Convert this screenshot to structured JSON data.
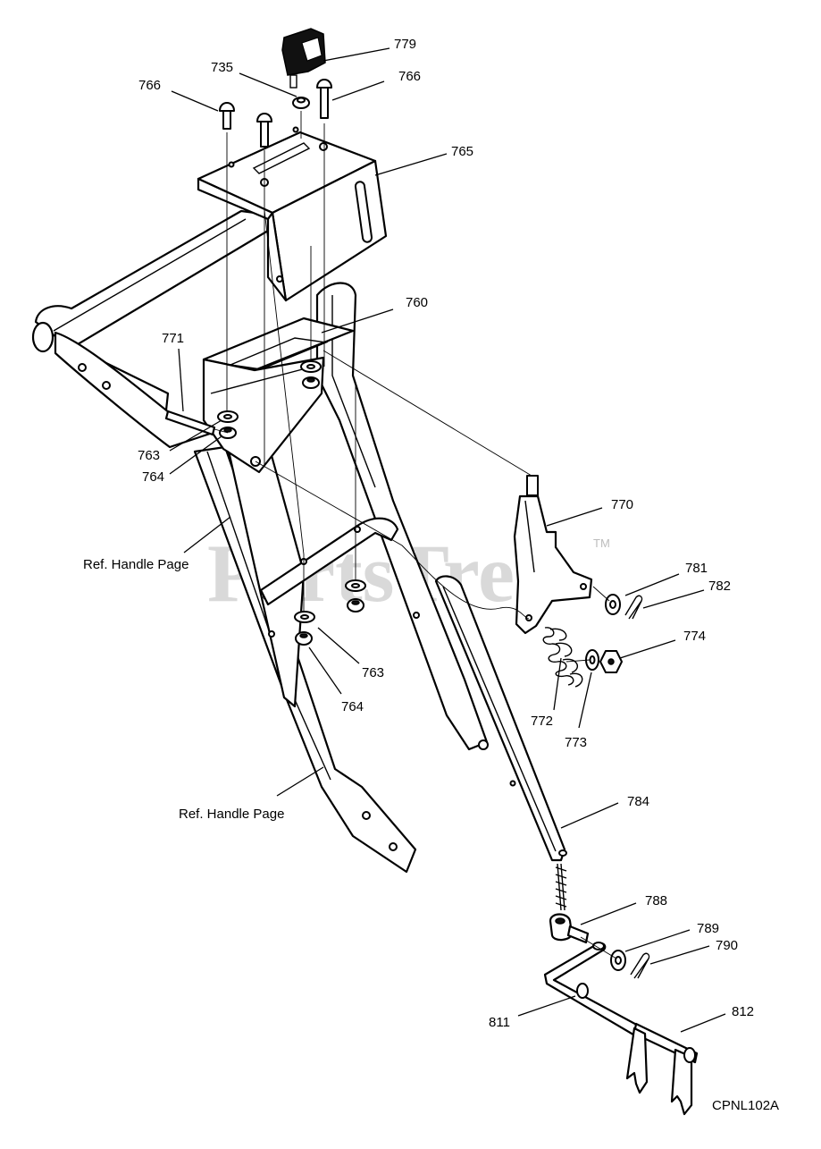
{
  "diagram": {
    "watermark": "PartsTree",
    "trademark": "TM",
    "code": "CPNL102A",
    "references": {
      "upper": "Ref. Handle Page",
      "lower": "Ref. Handle Page"
    },
    "labels": {
      "p779": "779",
      "p735": "735",
      "p766a": "766",
      "p766b": "766",
      "p765": "765",
      "p760": "760",
      "p771": "771",
      "p763a": "763",
      "p764a": "764",
      "p770": "770",
      "p781": "781",
      "p782": "782",
      "p774": "774",
      "p772": "772",
      "p773": "773",
      "p763b": "763",
      "p764b": "764",
      "p784": "784",
      "p788": "788",
      "p789": "789",
      "p790": "790",
      "p811": "811",
      "p812": "812"
    }
  }
}
